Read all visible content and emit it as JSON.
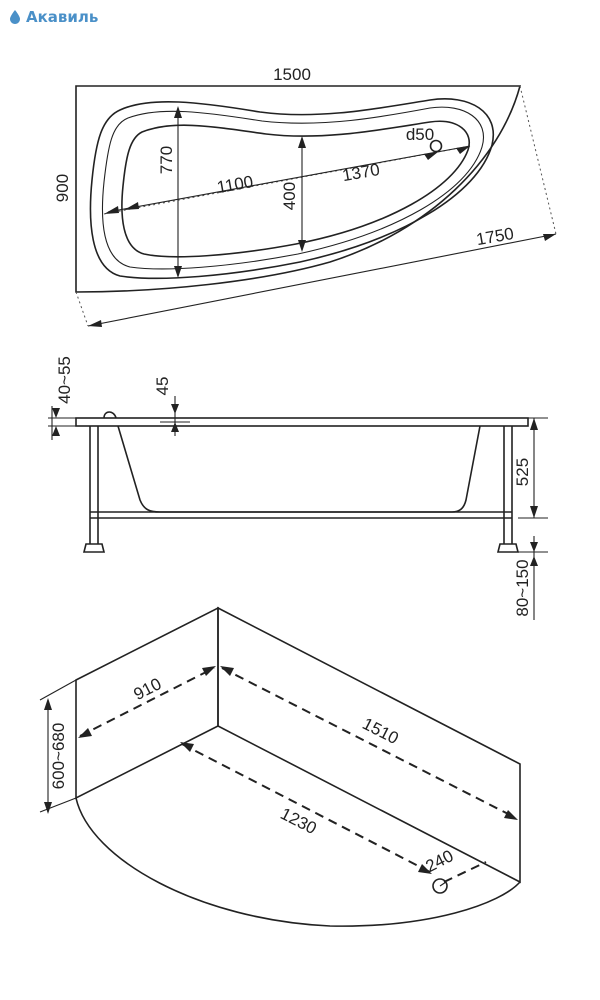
{
  "brand": {
    "name": "Акавиль",
    "logo_icon": "water-drop-icon",
    "color": "#4a90c8"
  },
  "top_view": {
    "width": "1500",
    "depth": "900",
    "diagonal": "1750",
    "inner_length": "1100",
    "full_length": "1370",
    "inner_width_left": "770",
    "inner_width_mid": "400",
    "drain": "d50"
  },
  "side_view": {
    "rim_height": "40~55",
    "drain_offset": "45",
    "bowl_height": "525",
    "leg_height": "80~150"
  },
  "panel_view": {
    "side_width": "910",
    "panel_height": "600~680",
    "long_side": "1510",
    "front_length": "1230",
    "corner_radius": "240"
  }
}
